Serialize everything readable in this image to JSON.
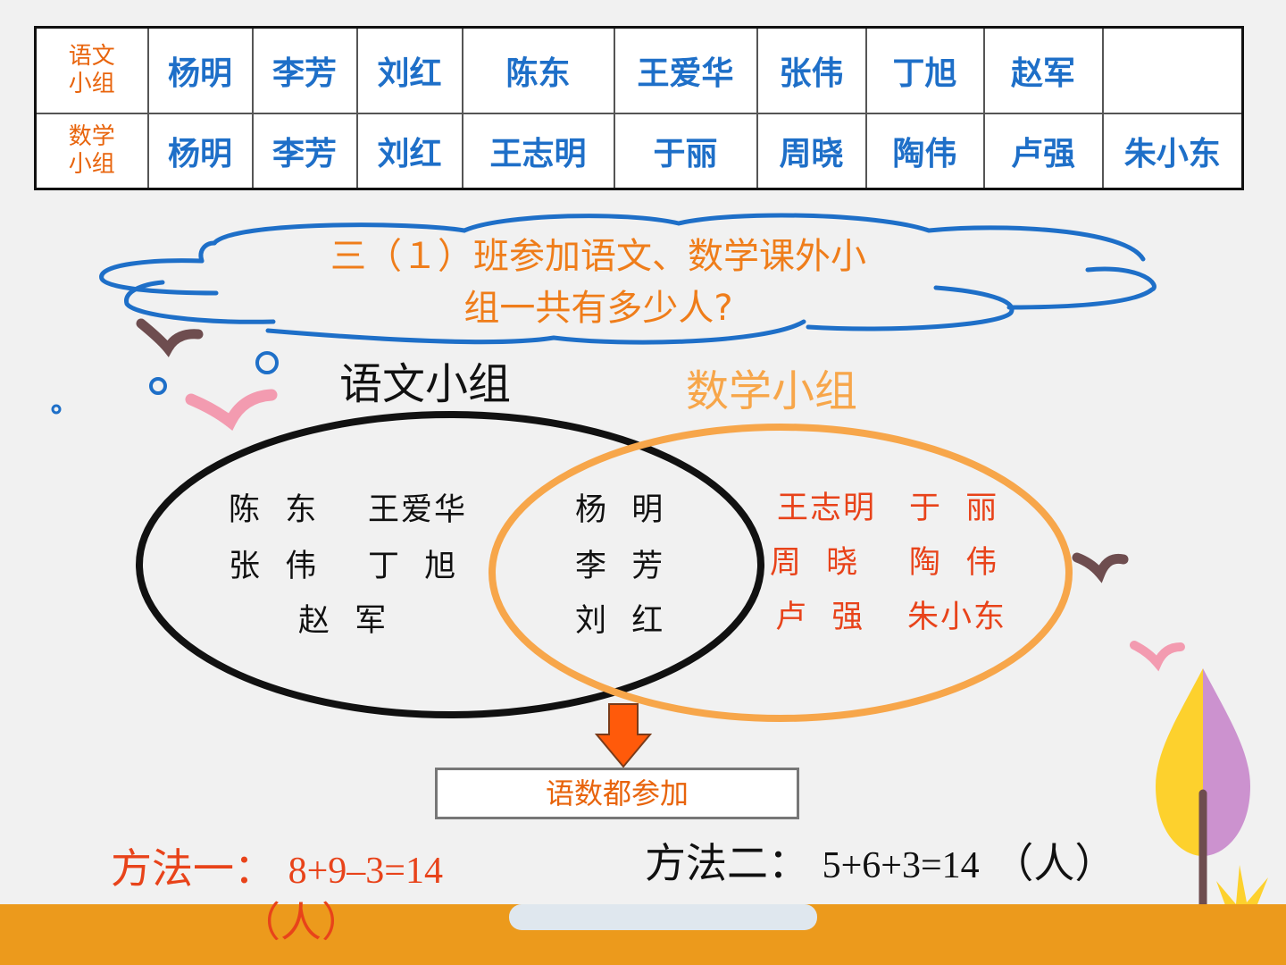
{
  "table": {
    "rows": [
      {
        "label": "语文\n小组",
        "cells": [
          "杨明",
          "李芳",
          "刘红",
          "陈东",
          "王爱华",
          "张伟",
          "丁旭",
          "赵军",
          ""
        ]
      },
      {
        "label": "数学\n小组",
        "cells": [
          "杨明",
          "李芳",
          "刘红",
          "王志明",
          "于丽",
          "周晓",
          "陶伟",
          "卢强",
          "朱小东"
        ]
      }
    ]
  },
  "question": {
    "line1": "三（１）班参加语文、数学课外小",
    "line2": "组一共有多少人?"
  },
  "venn": {
    "left_label": "语文小组",
    "right_label": "数学小组",
    "left_only": [
      "陈  东",
      "王爱华",
      "张  伟",
      "丁  旭",
      "赵  军"
    ],
    "both": [
      "杨  明",
      "李  芳",
      "刘  红"
    ],
    "right_only": [
      "王志明",
      "于  丽",
      "周  晓",
      "陶  伟",
      "卢  强",
      "朱小东"
    ],
    "intersection_label": "语数都参加"
  },
  "methods": {
    "one_label": "方法一：",
    "one_formula": "8+9–3=14",
    "one_unit": "（人）",
    "two_label": "方法二：",
    "two_formula": "5+6+3=14",
    "two_unit": "（人）"
  },
  "colors": {
    "blue": "#1e6fc8",
    "orange": "#ef7d1a",
    "red": "#e8431a",
    "math_circle": "#f7a64a",
    "footer": "#ec9a1c"
  }
}
